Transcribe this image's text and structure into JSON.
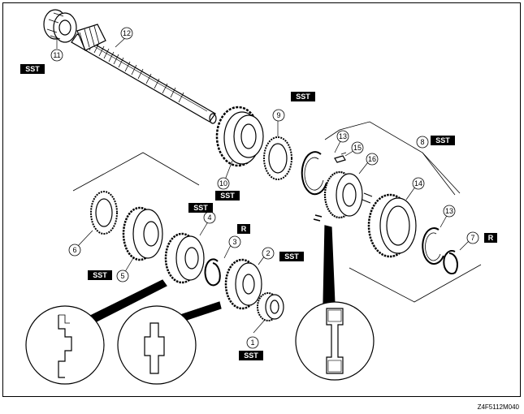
{
  "diagram": {
    "image_code": "Z4F5112M040",
    "part_numbers": [
      "1",
      "2",
      "3",
      "4",
      "5",
      "6",
      "7",
      "8",
      "9",
      "10",
      "11",
      "12",
      "13",
      "14",
      "15",
      "16",
      "13"
    ],
    "tags": [
      "SST",
      "SST",
      "SST",
      "SST",
      "SST",
      "SST",
      "SST",
      "SST",
      "R",
      "R"
    ]
  }
}
